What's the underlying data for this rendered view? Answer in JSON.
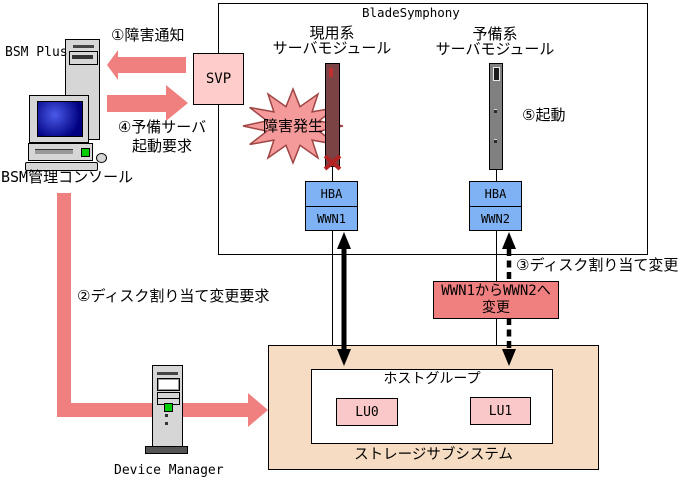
{
  "bsm": {
    "label_top": "BSM Plus",
    "label_bottom": "BSM管理コンソール"
  },
  "blade_symphony": {
    "title": "BladeSymphony",
    "active_module": {
      "line1": "現用系",
      "line2": "サーバモジュール"
    },
    "standby_module": {
      "line1": "予備系",
      "line2": "サーバモジュール"
    },
    "failure_burst": "障害発生",
    "svp": "SVP",
    "hba1": {
      "top": "HBA",
      "bottom": "WWN1"
    },
    "hba2": {
      "top": "HBA",
      "bottom": "WWN2"
    }
  },
  "labels": {
    "step1": "①障害通知",
    "step2": "②ディスク割り当て変更要求",
    "step3": "③ディスク割り当て変更",
    "step4_line1": "④予備サーバ",
    "step4_line2": "起動要求",
    "step5": "⑤起動"
  },
  "wwn_change": {
    "line1": "WWN1からWWN2へ",
    "line2": "変更"
  },
  "storage": {
    "host_group": "ホストグループ",
    "lu0": "LU0",
    "lu1": "LU1",
    "label": "ストレージサブシステム"
  },
  "device_manager": {
    "label": "Device Manager"
  },
  "colors": {
    "arrow_pink": "#F08080",
    "pale_pink_box": "#FFCCCC",
    "burst_fill": "#F59A9A",
    "burst_border": "#A04545",
    "hba_blue": "#7EB2F4",
    "storage_tan": "#F5DCC2",
    "active_blade_maroon": "#7B4343",
    "standby_blade_gray": "#808080",
    "lu_pink": "#FAC8C8",
    "failure_x_red": "#B22222"
  }
}
